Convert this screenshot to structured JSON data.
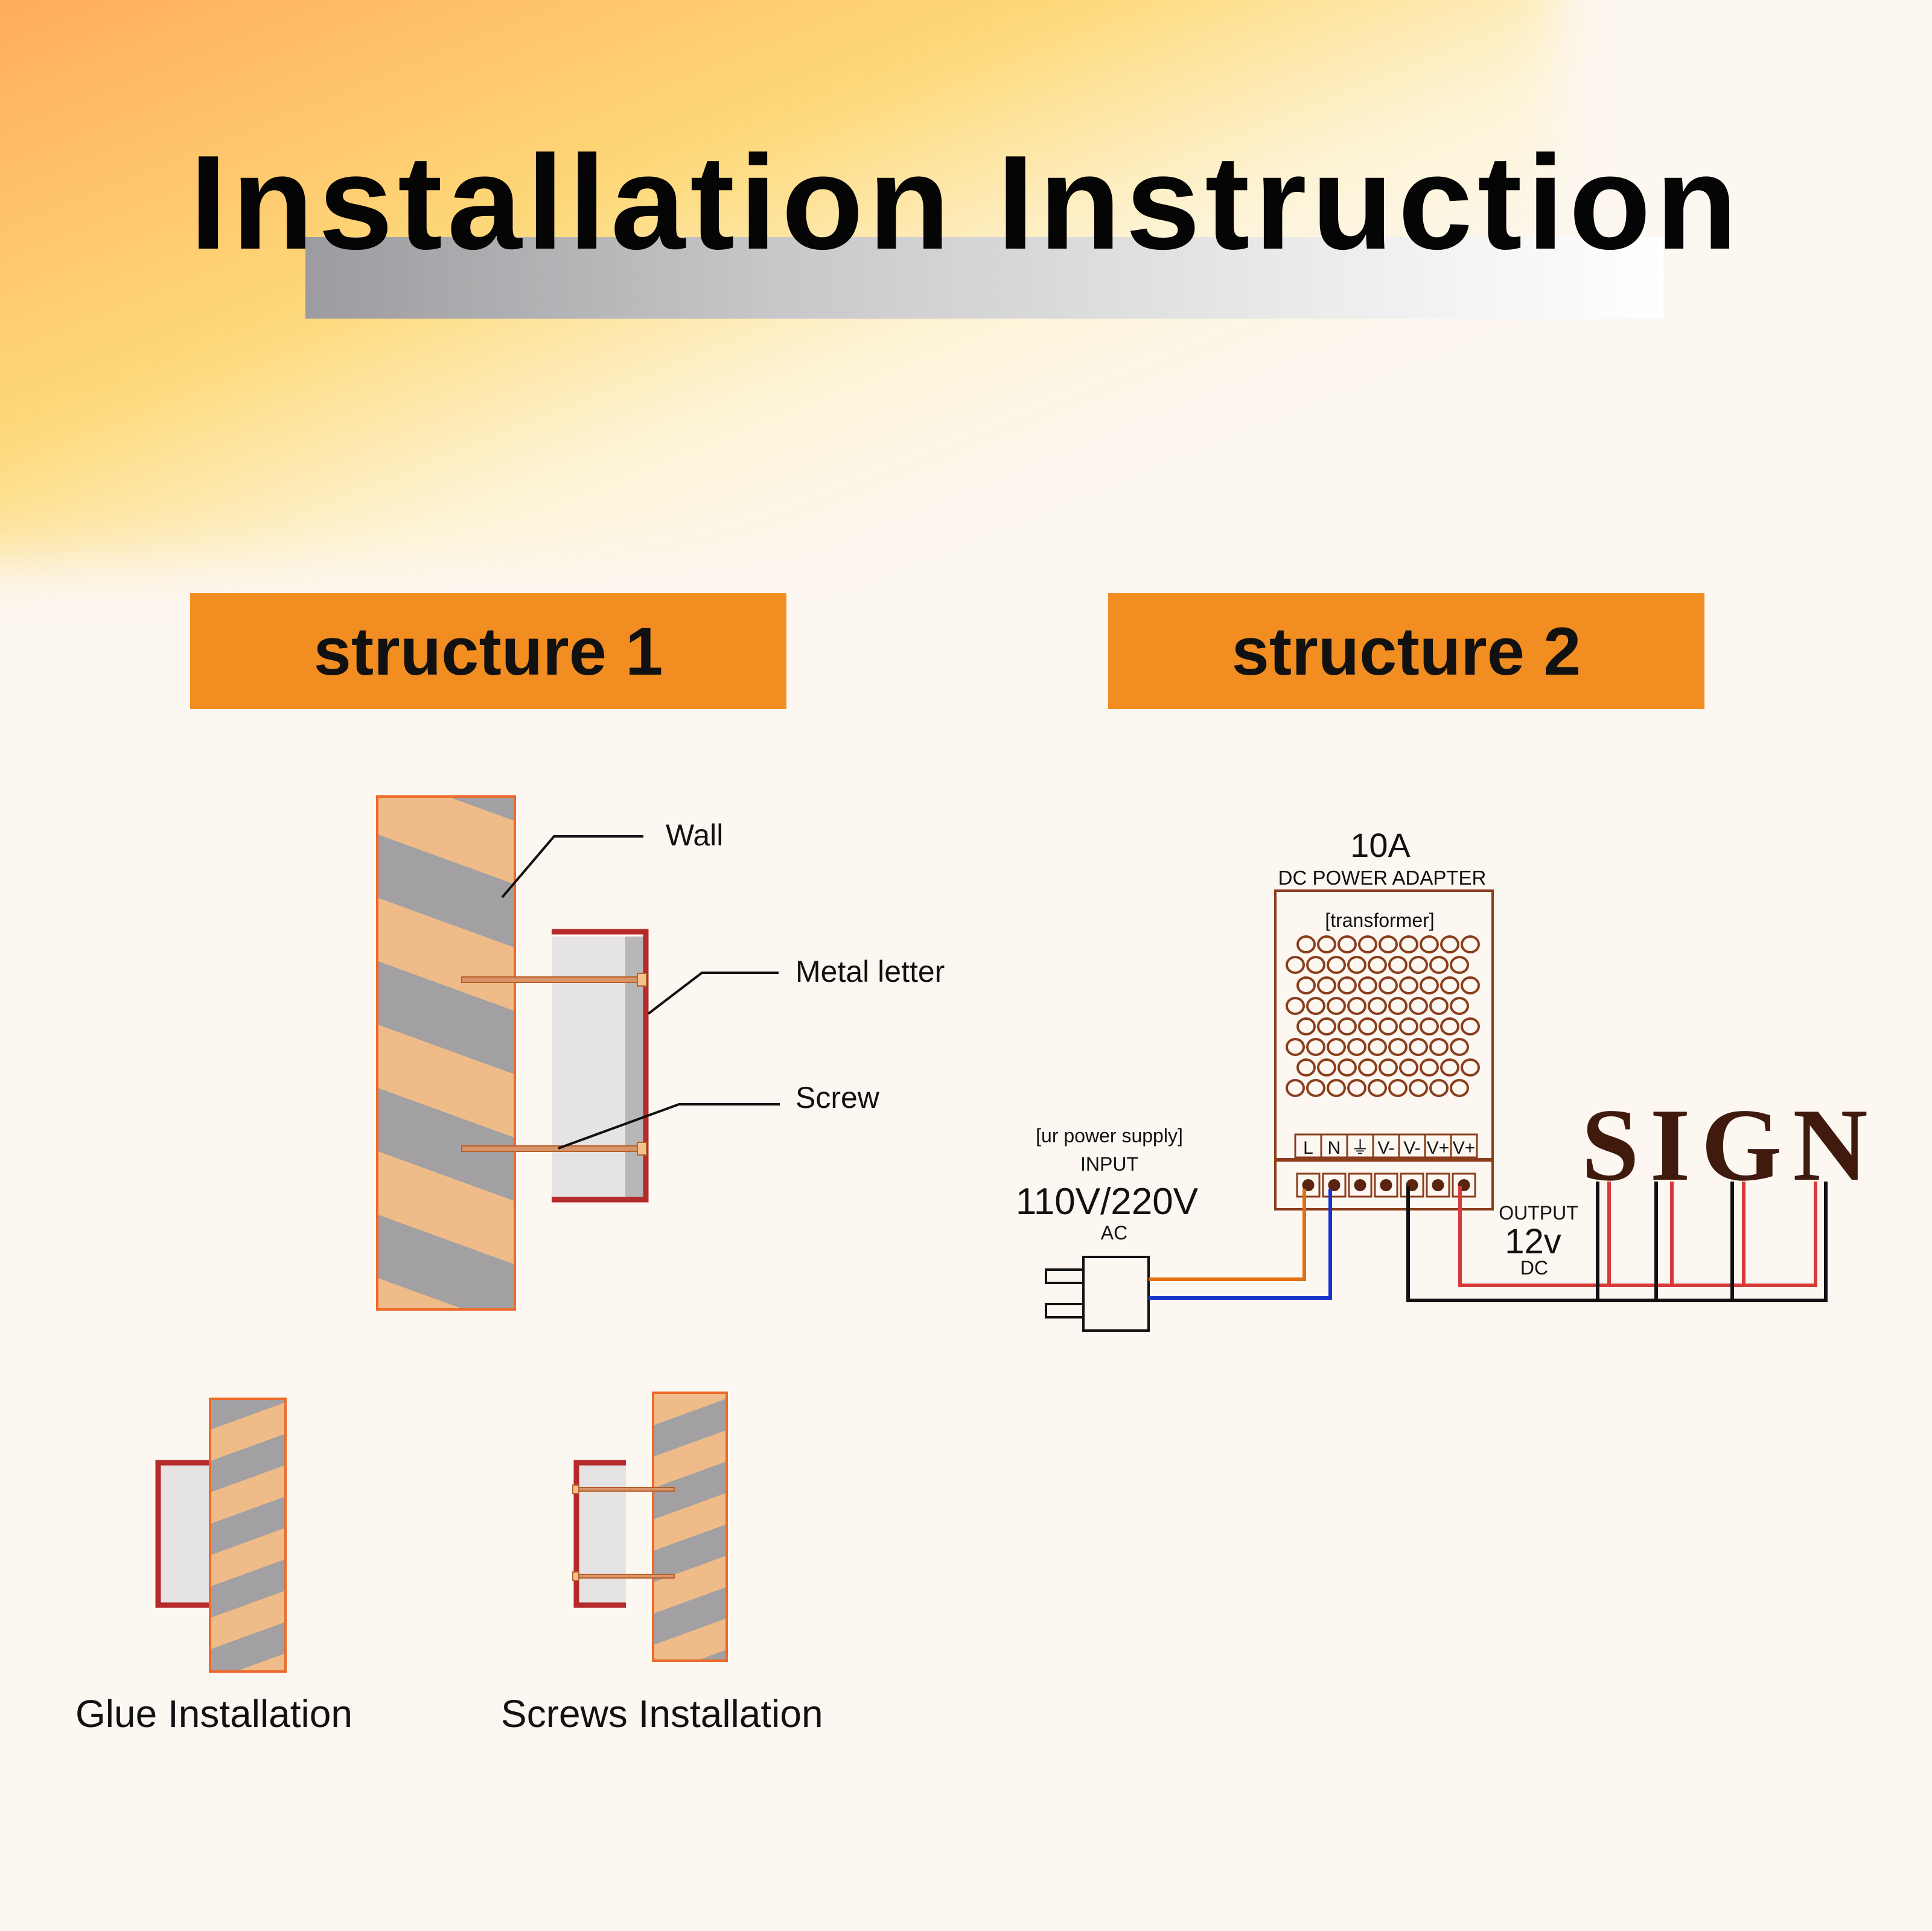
{
  "title": "Installation Instruction",
  "structure1": {
    "banner": "structure 1",
    "labels": {
      "wall": "Wall",
      "metal_letter": "Metal letter",
      "screw": "Screw"
    },
    "glue_caption": "Glue Installation",
    "screws_caption": "Screws Installation"
  },
  "structure2": {
    "banner": "structure 2",
    "adapter_amp": "10A",
    "adapter_name": "DC  POWER  ADAPTER",
    "transformer": "[transformer]",
    "terminals": [
      "L",
      "N",
      "⏚",
      "V-",
      "V-",
      "V+",
      "V+"
    ],
    "input": {
      "note": "[ur power supply]",
      "label": "INPUT",
      "voltage": "110V/220V",
      "type": "AC"
    },
    "output": {
      "label": "OUTPUT",
      "voltage": "12v",
      "type": "DC"
    },
    "sign": "SIGN"
  },
  "colors": {
    "banner": "#f18d21",
    "stripe_tan": "#eebb89",
    "stripe_gray": "#a2a0a2",
    "outline_orange": "#ee6a2a",
    "letter_red": "#b52a2a",
    "brown": "#8a3e1c",
    "wire_orange": "#e07012",
    "wire_blue": "#1833cc",
    "wire_red": "#d83a3a",
    "sign_brown": "#3f1a0d"
  }
}
